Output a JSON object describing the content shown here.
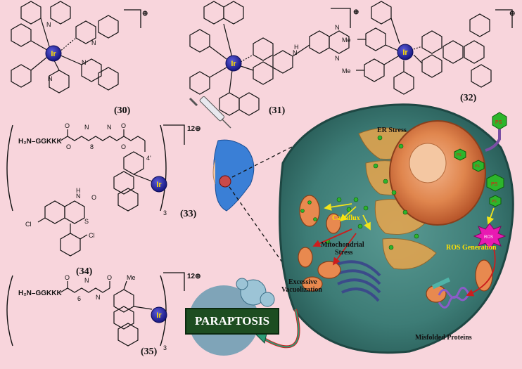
{
  "compounds": {
    "c30": {
      "label": "(30)",
      "metal": "Ir",
      "charge": "⊕"
    },
    "c31": {
      "label": "(31)",
      "metal": "Ir",
      "charge": "⊕"
    },
    "c32": {
      "label": "(32)",
      "metal": "Ir",
      "charge": "⊕"
    },
    "c33": {
      "label": "(33)",
      "metal": "Ir",
      "charge": "12⊕",
      "peptide": "H₂N–GGKKK",
      "subscript": "3",
      "repeat": "8",
      "position": "4'"
    },
    "c34": {
      "label": "(34)"
    },
    "c35": {
      "label": "(35)",
      "metal": "Ir",
      "charge": "12⊕",
      "peptide": "H₂N–GGKKK",
      "subscript": "3",
      "repeat": "6",
      "substituent": "Me"
    }
  },
  "atoms": {
    "N": "N",
    "O": "O",
    "H": "H",
    "Cl": "Cl",
    "S": "S",
    "Me": "Me"
  },
  "cell_labels": {
    "er_stress": "ER Stress",
    "ca_influx": "Ca influx",
    "mito_stress_1": "Mitochondrial",
    "mito_stress_2": "Stress",
    "ros_generation": "ROS Generation",
    "ros_burst": "ROS",
    "misfolded": "Misfolded Proteins",
    "vacuol_1": "Excessive",
    "vacuol_2": "Vacuolization",
    "ps_label": "PS",
    "outcome": "PARAPTOSIS"
  },
  "colors": {
    "background": "#f8d5dc",
    "iridium": "#23239e",
    "paraptosis_box": "#1d4d21",
    "ps_hexagon": "#2db52b",
    "arrow_yellow": "#f2e41a",
    "arrow_red": "#cc1d1d"
  }
}
